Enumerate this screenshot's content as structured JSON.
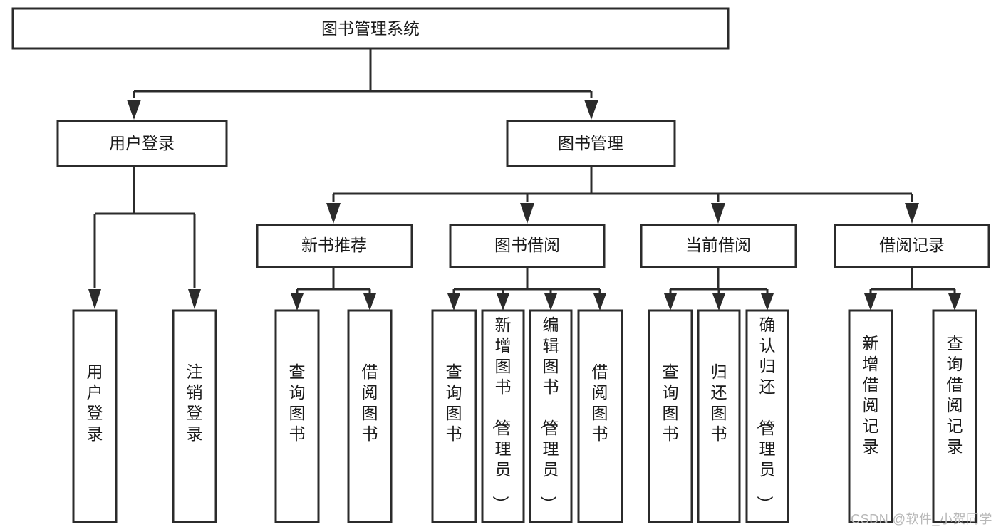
{
  "diagram": {
    "type": "tree",
    "title": "图书管理系统",
    "watermark": "CSDN @软件_小贺同学",
    "colors": {
      "stroke": "#2b2b2b",
      "fill": "#ffffff",
      "text": "#1a1a1a",
      "background": "#ffffff",
      "watermark": "#b8b8b8"
    },
    "root": {
      "label": "图书管理系统"
    },
    "level2": [
      {
        "label": "用户登录"
      },
      {
        "label": "图书管理"
      }
    ],
    "level3": [
      {
        "label": "新书推荐"
      },
      {
        "label": "图书借阅"
      },
      {
        "label": "当前借阅"
      },
      {
        "label": "借阅记录"
      }
    ],
    "leaves": {
      "user_login": [
        {
          "label": "用户登录"
        },
        {
          "label": "注销登录"
        }
      ],
      "new_book_recommend": [
        {
          "label": "查询图书"
        },
        {
          "label": "借阅图书"
        }
      ],
      "book_borrow": [
        {
          "label": "查询图书"
        },
        {
          "label": "新增图书（管理员）"
        },
        {
          "label": "编辑图书（管理员）"
        },
        {
          "label": "借阅图书"
        }
      ],
      "current_borrow": [
        {
          "label": "查询图书"
        },
        {
          "label": "归还图书"
        },
        {
          "label": "确认归还（管理员）"
        }
      ],
      "borrow_record": [
        {
          "label": "新增借阅记录"
        },
        {
          "label": "查询借阅记录"
        }
      ]
    }
  }
}
